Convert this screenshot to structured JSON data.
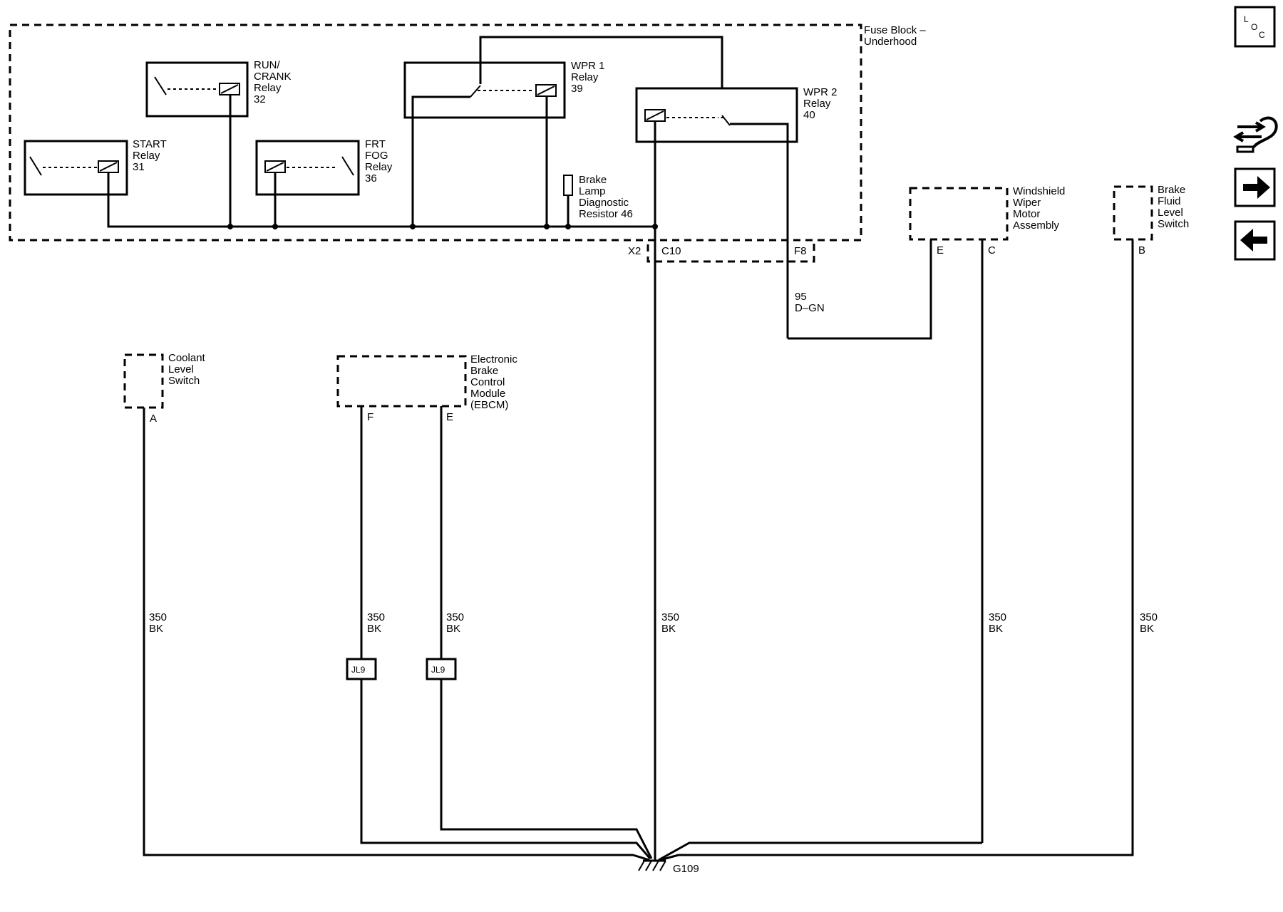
{
  "fuse_block": {
    "line1": "Fuse Block –",
    "line2": "Underhood"
  },
  "relays": {
    "start": [
      "START",
      "Relay",
      "31"
    ],
    "run_crank": [
      "RUN/",
      "CRANK",
      "Relay",
      "32"
    ],
    "frt_fog": [
      "FRT",
      "FOG",
      "Relay",
      "36"
    ],
    "wpr1": [
      "WPR 1",
      "Relay",
      "39"
    ],
    "wpr2": [
      "WPR 2",
      "Relay",
      "40"
    ]
  },
  "brake_lamp_resistor": [
    "Brake",
    "Lamp",
    "Diagnostic",
    "Resistor 46"
  ],
  "connectors": {
    "x2": "X2",
    "c10": "C10",
    "f8": "F8"
  },
  "components": {
    "wiper_motor": [
      "Windshield",
      "Wiper",
      "Motor",
      "Assembly"
    ],
    "brake_fluid": [
      "Brake",
      "Fluid",
      "Level",
      "Switch"
    ],
    "coolant": [
      "Coolant",
      "Level",
      "Switch"
    ],
    "ebcm": [
      "Electronic",
      "Brake",
      "Control",
      "Module",
      "(EBCM)"
    ]
  },
  "pins": {
    "wiper_e": "E",
    "wiper_c": "C",
    "brake_fluid_b": "B",
    "coolant_a": "A",
    "ebcm_f": "F",
    "ebcm_e": "E"
  },
  "wire_95": [
    "95",
    "D–GN"
  ],
  "wire_350": [
    "350",
    "BK"
  ],
  "splice_label": "JL9",
  "ground_label": "G109",
  "nav": {
    "loc_icon": "location-icon",
    "tools_icon": "tools-icon",
    "next_icon": "arrow-right-icon",
    "prev_icon": "arrow-left-icon",
    "loc": {
      "l": "L",
      "o": "O",
      "c": "C"
    }
  }
}
